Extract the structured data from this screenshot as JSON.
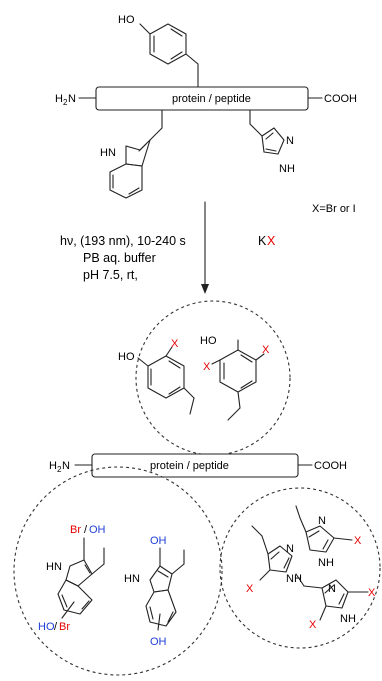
{
  "top": {
    "phenol_oh": "HO",
    "amine": "H",
    "amine_sub": "2",
    "amine_n": "N",
    "box_label": "protein / peptide",
    "acid": "COOH",
    "indole_nh": "HN",
    "imid_n": "N",
    "imid_nh": "NH"
  },
  "reagent_note": "X=Br or I",
  "conditions": {
    "line1": "hν, (193 nm), 10-240 s",
    "line2": "PB aq. buffer",
    "line3": "pH 7.5, rt,",
    "reagent_k": "K",
    "reagent_x": "X"
  },
  "tyrosine_products": {
    "oh_left": "HO",
    "x_left": "X",
    "oh_right": "HO",
    "x_right_top": "X",
    "x_right_left": "X"
  },
  "bottom": {
    "amine": "H",
    "amine_sub": "2",
    "amine_n": "N",
    "box_label": "protein / peptide",
    "acid": "COOH"
  },
  "trp_products": {
    "br": "Br",
    "slash1": "/",
    "oh1": "OH",
    "nh_left": "HN",
    "ho": "HO",
    "slash2": "/",
    "br2": "Br",
    "oh_top": "OH",
    "nh_right": "HN",
    "oh_bottom": "OH"
  },
  "his_products": {
    "n1": "N",
    "nh1": "NH",
    "x1": "X",
    "x2": "X",
    "n2": "N",
    "nh2": "NH",
    "x3": "X",
    "n3": "N",
    "nh3": "NH",
    "x4": "X",
    "x5": "X"
  }
}
